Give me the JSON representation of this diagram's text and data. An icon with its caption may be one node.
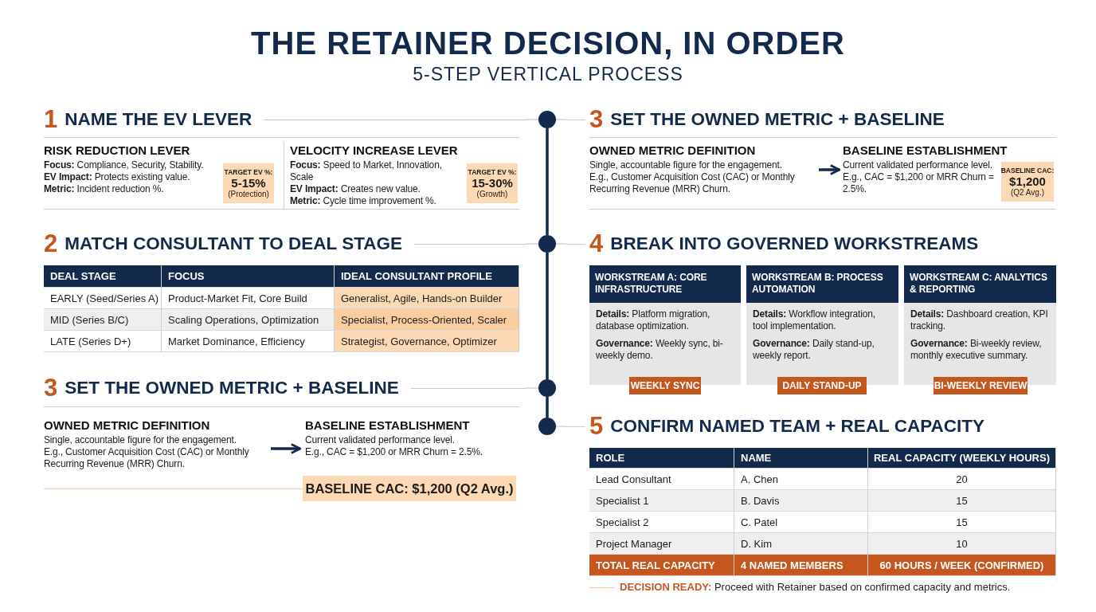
{
  "diagram": {
    "title": "THE RETAINER DECISION, IN ORDER",
    "nodes": [
      {
        "text": [
          "1",
          "NAME THE EV LEVER"
        ]
      },
      {
        "text": [
          "RISK REDUCTION LEVER",
          "**Focus:** Compliance, Security, Stability.",
          "**EV Impact:** Protects existing value.",
          "**Metric:** Incident reduction %."
        ]
      },
      {
        "text": [
          "TARGET EV %:",
          "5-15%",
          "(Protection)"
        ],
        "in": 1
      },
      {
        "text": [
          "VELOCITY INCREASE LEVER",
          "**Focus:** Speed to Market, Innovation, Scale",
          "**EV Impact:** Creates new value.",
          "**Metric:** Cycle time improvement %."
        ]
      },
      {
        "text": [
          "TARGET EV %:",
          "15-30%",
          "(Growth)"
        ],
        "in": 3
      },
      {
        "text": [
          "2",
          "MATCH CONSULTANT TO DEAL STAGE"
        ]
      },
      {
        "text": [
          "3",
          "SET THE OWNED METRIC + BASELINE"
        ]
      },
      {
        "text": [
          "OWNED METRIC DEFINITION",
          "Single, accountable figure for the engagement.",
          "E.g., Customer Acquisition Cost (CAC) or Monthly Recurring Revenue (MRR) Churn."
        ]
      },
      {
        "text": [
          "BASELINE ESTABLISHMENT",
          "Current validated performance level.",
          "E.g., CAC = $1,200 or MRR Churn = 2.5%."
        ]
      },
      {
        "text": [
          "BASELINE CAC: $1,200 (Q2 Avg.)"
        ]
      },
      {
        "text": [
          "3",
          "SET THE OWNED METRIC + BASELINE"
        ]
      },
      {
        "text": [
          "OWNED METRIC DEFINITION",
          "Single, accountable figure for the engagement.",
          "E.g., Customer Acquisition Cost (CAC) or Monthly Recurring Revenue (MRR) Churn."
        ]
      },
      {
        "text": [
          "BASELINE ESTABLISHMENT",
          "Current validated performance level. E.g., CAC = $1,200 or MRR Churn = 2.5%."
        ]
      },
      {
        "text": [
          "BASELINE CAC:",
          "$1,200",
          "(Q2 Avg.)"
        ]
      },
      {
        "text": [
          "4",
          "BREAK INTO GOVERNED WORKSTREAMS"
        ]
      },
      {
        "text": [
          "WORKSTREAM A: CORE INFRASTRUCTURE",
          "**Details:** Platform migration, database optimization.",
          "**Governance:** Weekly sync, bi-weekly demo."
        ]
      },
      {
        "text": [
          "WEEKLY SYNC"
        ]
      },
      {
        "text": [
          "WORKSTREAM B: PROCESS AUTOMATION",
          "**Details:** Workflow integration, tool implementation.",
          "**Governance:** Daily stand-up, weekly report."
        ]
      },
      {
        "text": [
          "DAILY STAND-UP"
        ]
      },
      {
        "text": [
          "WORKSTREAM C: ANALYTICS & REPORTING",
          "**Details:** Dashboard creation, KPI tracking.",
          "**Governance:** Bi-weekly review, monthly executive summary."
        ]
      },
      {
        "text": [
          "BI-WEEKLY REVIEW"
        ]
      },
      {
        "text": [
          "5",
          "CONFIRM NAMED TEAM + REAL CAPACITY"
        ]
      },
      {
        "text": [
          "**DECISION READY:** Proceed with Retainer based on confirmed capacity and metrics."
        ]
      },
      {
        "text": [],
        "shape": "circle"
      },
      {
        "text": [],
        "shape": "circle"
      },
      {
        "text": [],
        "shape": "circle"
      },
      {
        "text": [],
        "shape": "circle"
      }
    ],
    "edges": [
      {
        "from": 7,
        "to": 8,
        "arrow": "to",
        "color": "#132a4c",
        "style": "thick"
      },
      {
        "from": 11,
        "to": 12,
        "arrow": "to",
        "color": "#132a4c",
        "style": "thick"
      },
      {
        "from": 23,
        "to": 24,
        "arrow": "none",
        "color": "#132a4c",
        "style": "thick"
      },
      {
        "from": 24,
        "to": 25,
        "arrow": "none",
        "color": "#132a4c",
        "style": "thick"
      },
      {
        "from": 25,
        "to": 26,
        "arrow": "none",
        "color": "#132a4c",
        "style": "thick"
      },
      {
        "from": 0,
        "to": 23,
        "arrow": "none"
      },
      {
        "from": 10,
        "to": 23,
        "arrow": "none"
      },
      {
        "from": 5,
        "to": 24,
        "arrow": "none"
      },
      {
        "from": 14,
        "to": 24,
        "arrow": "none"
      },
      {
        "from": 6,
        "to": 25,
        "arrow": "none"
      },
      {
        "from": 21,
        "to": 26,
        "arrow": "none"
      }
    ],
    "labels": [
      "5-STEP VERTICAL PROCESS",
      "DEAL STAGE",
      "FOCUS",
      "IDEAL CONSULTANT PROFILE",
      "EARLY (Seed/Series A)",
      "Product-Market Fit, Core Build",
      "Generalist, Agile, Hands-on Builder",
      "MID (Series B/C)",
      "Scaling Operations, Optimization",
      "Specialist, Process-Oriented, Scaler",
      "LATE (Series D+)",
      "Market Dominance, Efficiency",
      "Strategist, Governance, Optimizer",
      "ROLE",
      "NAME",
      "REAL CAPACITY (WEEKLY HOURS)",
      "Lead Consultant",
      "A. Chen",
      "20",
      "Specialist 1",
      "B. Davis",
      "15",
      "Specialist 2",
      "C. Patel",
      "15",
      "Project Manager",
      "D. Kim",
      "10",
      "TOTAL REAL CAPACITY",
      "4 NAMED MEMBERS",
      "60 HOURS / WEEK (CONFIRMED)"
    ]
  }
}
